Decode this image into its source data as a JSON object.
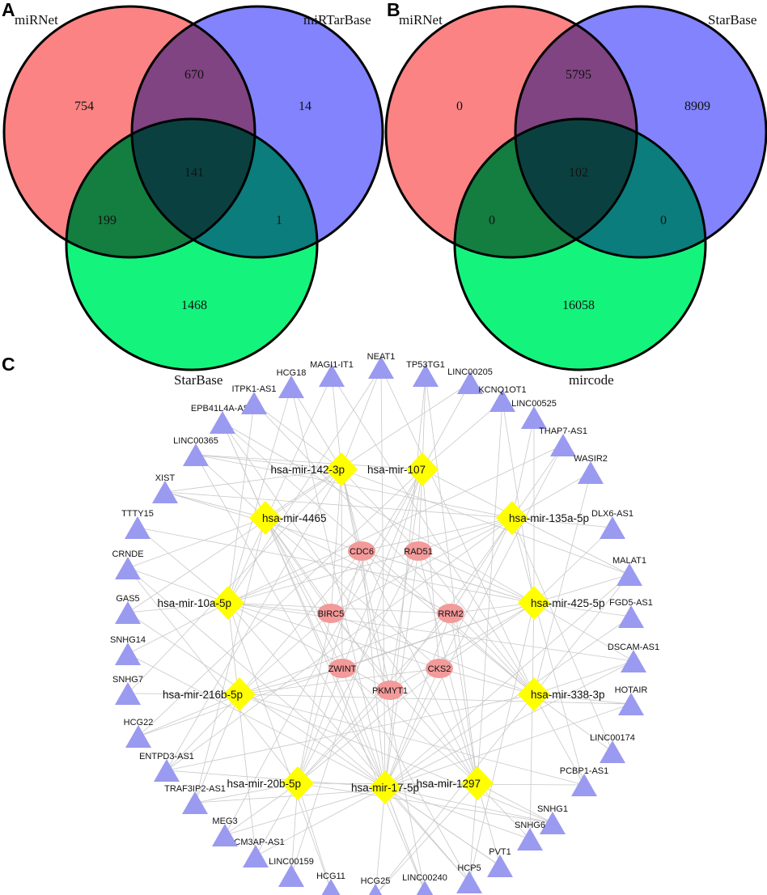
{
  "panels": {
    "a": {
      "letter": "A",
      "set_labels": [
        "miRNet",
        "miRTarBase",
        "StarBase"
      ],
      "counts": {
        "a_only": "754",
        "ab": "670",
        "b_only": "14",
        "abc": "141",
        "ac": "199",
        "bc": "1",
        "c_only": "1468"
      }
    },
    "b": {
      "letter": "B",
      "set_labels": [
        "miRNet",
        "StarBase",
        "mircode"
      ],
      "counts": {
        "a_only": "0",
        "ab": "5795",
        "b_only": "8909",
        "abc": "102",
        "ac": "0",
        "bc": "0",
        "c_only": "16058"
      }
    },
    "c": {
      "letter": "C"
    }
  },
  "colors": {
    "set1": "#fb8383",
    "set2": "#8283fd",
    "set3": "#14f47d",
    "lncrna": "#9a9af0",
    "mirna": "#ffff00",
    "mrna": "#f39a9a",
    "edge": "#c8c8c8"
  },
  "network": {
    "lncrnas": [
      "NEAT1",
      "TP53TG1",
      "LINC00205",
      "KCNQ1OT1",
      "LINC00525",
      "THAP7-AS1",
      "WASIR2",
      "DLX6-AS1",
      "MALAT1",
      "FGD5-AS1",
      "DSCAM-AS1",
      "HOTAIR",
      "LINC00174",
      "PCBP1-AS1",
      "SNHG1",
      "SNHG6",
      "PVT1",
      "HCP5",
      "LINC00240",
      "HCG25",
      "HCG11",
      "LINC00159",
      "MCM3AP-AS1",
      "MEG3",
      "TRAF3IP2-AS1",
      "ENTPD3-AS1",
      "HCG22",
      "SNHG7",
      "SNHG14",
      "GAS5",
      "CRNDE",
      "TTTY15",
      "XIST",
      "LINC00365",
      "EPB41L4A-AS1",
      "ITPK1-AS1",
      "HCG18",
      "MAGI1-IT1"
    ],
    "mirnas": [
      "hsa-mir-142-3p",
      "hsa-mir-107",
      "hsa-mir-135a-5p",
      "hsa-mir-425-5p",
      "hsa-mir-338-3p",
      "hsa-mir-1297",
      "hsa-mir-17-5p",
      "hsa-mir-20b-5p",
      "hsa-mir-216b-5p",
      "hsa-mir-10a-5p",
      "hsa-mir-4465"
    ],
    "mrnas": [
      "CDC6",
      "RAD51",
      "BIRC5",
      "RRM2",
      "ZWINT",
      "CKS2",
      "PKMYT1"
    ]
  }
}
